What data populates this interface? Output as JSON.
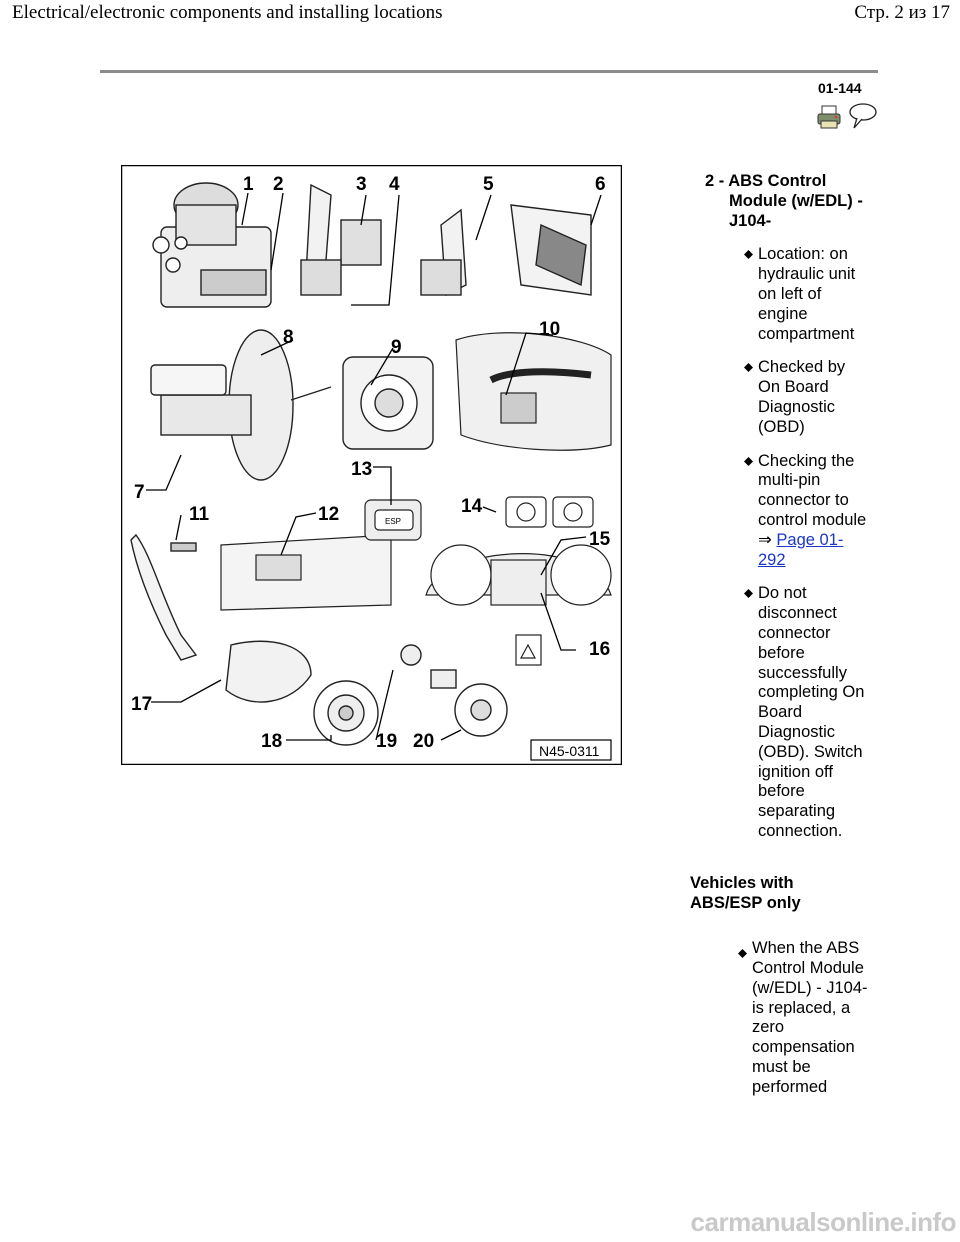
{
  "header": {
    "title": "Electrical/electronic components and installing locations",
    "page_indicator": "Стр. 2 из 17"
  },
  "doc_number": "01-144",
  "icons": {
    "print": "printer-icon",
    "note": "speech-balloon-icon"
  },
  "figure": {
    "code": "N45-0311",
    "callouts": [
      "1",
      "2",
      "3",
      "4",
      "5",
      "6",
      "7",
      "8",
      "9",
      "10",
      "11",
      "12",
      "13",
      "14",
      "15",
      "16",
      "17",
      "18",
      "19",
      "20"
    ],
    "esp_button_text": "ESP"
  },
  "item": {
    "title": "2 - ABS Control Module (w/EDL) - J104-",
    "bullets": [
      {
        "text": "Location: on hydraulic unit on left of engine compartment"
      },
      {
        "text": "Checked by On Board Diagnostic (OBD)"
      },
      {
        "text": "Checking the multi-pin connector to control module ⇒ ",
        "link": "Page 01-292"
      },
      {
        "text": "Do not disconnect connector before successfully completing On Board Diagnostic (OBD). Switch ignition off before separating connection."
      }
    ]
  },
  "section": {
    "heading": "Vehicles with ABS/ESP only",
    "bullets": [
      {
        "text": "When the ABS Control Module (w/EDL) - J104- is replaced, a zero compensation must be performed"
      }
    ]
  },
  "watermark": "carmanualsonline.info"
}
